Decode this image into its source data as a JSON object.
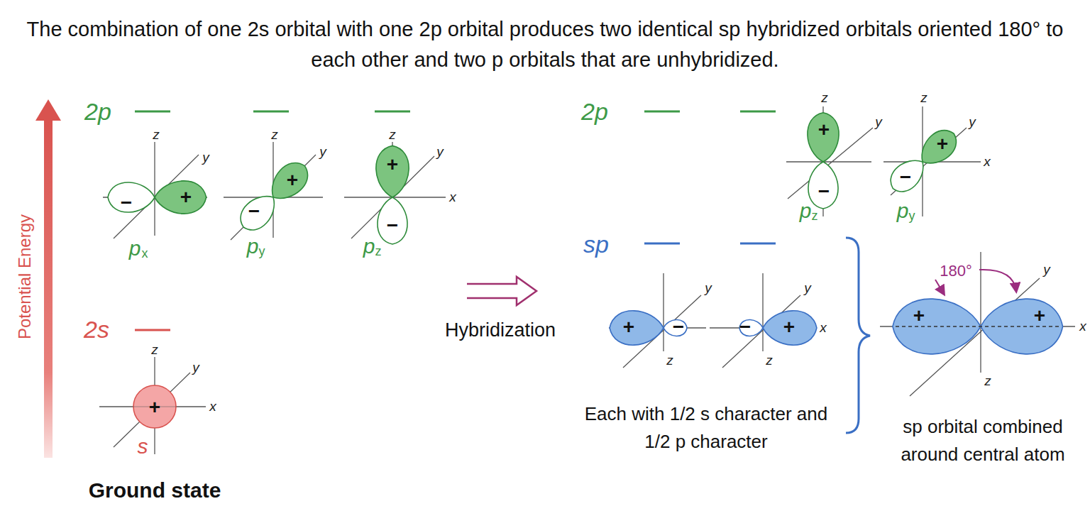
{
  "diagram": {
    "title": "The combination of one 2s orbital with one 2p orbital produces two identical sp hybridized orbitals oriented 180° to each other and two p orbitals that are unhybridized.",
    "labels": [
      "2p",
      "2s",
      "Potential Energy",
      "Ground state",
      "z",
      "y",
      "−",
      "+",
      "p",
      "x",
      "z",
      "y",
      "+",
      "−",
      "p",
      "y",
      "z",
      "y",
      "x",
      "+",
      "−",
      "p",
      "z",
      "z",
      "y",
      "x",
      "+",
      "s",
      "Hybridization",
      "2p",
      "z",
      "y",
      "+",
      "−",
      "p",
      "z",
      "z",
      "y",
      "x",
      "+",
      "−",
      "p",
      "y",
      "sp",
      "y",
      "z",
      "+",
      "−",
      "y",
      "x",
      "z",
      "−",
      "+",
      "180°",
      "y",
      "x",
      "z",
      "+",
      "+",
      "Each with 1/2 s character and 1/2 p character",
      "sp orbital combined around central atom"
    ]
  }
}
